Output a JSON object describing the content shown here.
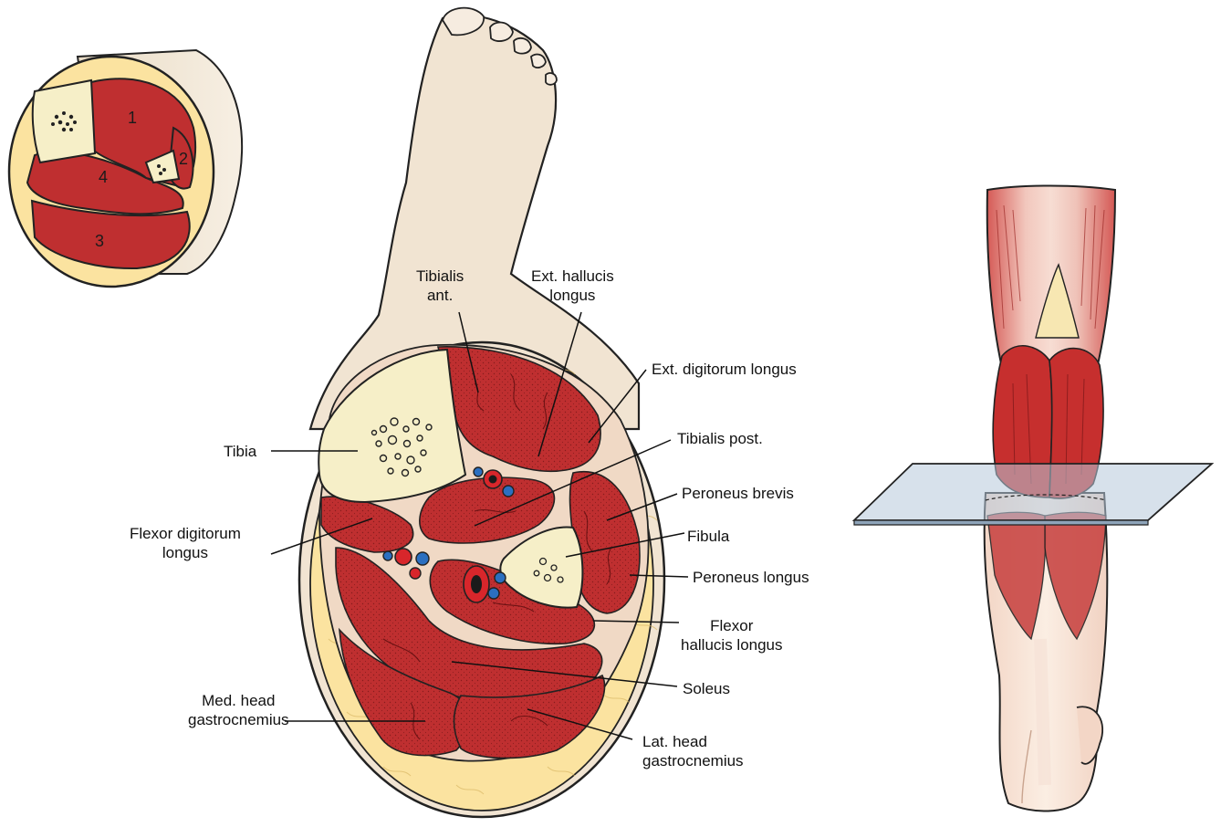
{
  "colors": {
    "muscle": "#bf2f30",
    "muscle_dark": "#8f1c1e",
    "fat": "#fbe3a0",
    "skin": "#f1e4d2",
    "bone": "#f6efc8",
    "artery": "#d8262b",
    "vein": "#2b6fc0",
    "glass_plane": "#b7c8da"
  },
  "inset": {
    "compartments": [
      "1",
      "2",
      "3",
      "4"
    ]
  },
  "labels": {
    "tibialis_ant": [
      "Tibialis",
      "ant."
    ],
    "ext_hallucis": [
      "Ext. hallucis",
      "longus"
    ],
    "ext_digitorum": "Ext. digitorum longus",
    "tibia": "Tibia",
    "tibialis_post": "Tibialis post.",
    "peroneus_brevis": "Peroneus brevis",
    "flexor_digitorum": [
      "Flexor digitorum",
      "longus"
    ],
    "fibula": "Fibula",
    "peroneus_longus": "Peroneus longus",
    "flexor_hallucis": [
      "Flexor",
      "hallucis longus"
    ],
    "soleus": "Soleus",
    "med_gastroc": [
      "Med. head",
      "gastrocnemius"
    ],
    "lat_gastroc": [
      "Lat. head",
      "gastrocnemius"
    ]
  }
}
